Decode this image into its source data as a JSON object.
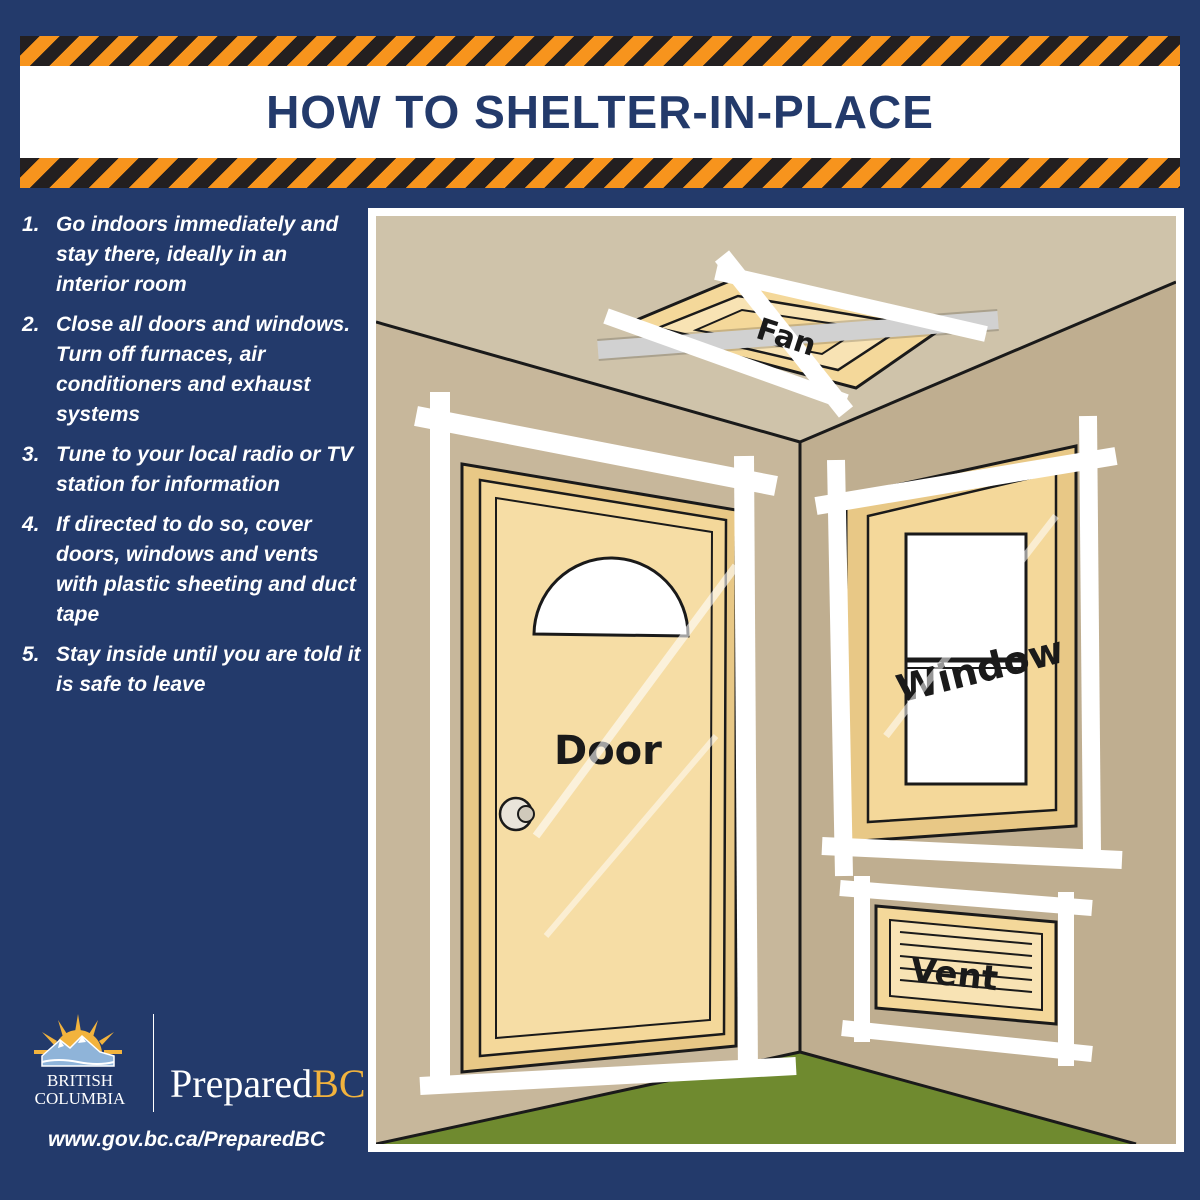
{
  "title": "HOW TO SHELTER-IN-PLACE",
  "steps": [
    {
      "number": "1.",
      "text": "Go indoors immediately and stay there, ideally in an interior room"
    },
    {
      "number": "2.",
      "text": "Close all doors and windows. Turn off furnaces, air conditioners and exhaust systems"
    },
    {
      "number": "3.",
      "text": "Tune to your local radio or TV station for information"
    },
    {
      "number": "4.",
      "text": "If directed to do so, cover doors, windows and vents with plastic sheeting and duct tape"
    },
    {
      "number": "5.",
      "text": "Stay inside until you are told it is safe to leave"
    }
  ],
  "illustration": {
    "labels": {
      "fan": "Fan",
      "door": "Door",
      "window": "Window",
      "vent": "Vent"
    }
  },
  "logo": {
    "bc_line1": "BRITISH",
    "bc_line2": "COLUMBIA",
    "brand_prefix": "Prepared",
    "brand_suffix": "BC"
  },
  "url": "www.gov.bc.ca/PreparedBC",
  "colors": {
    "background": "#233a6b",
    "stripe_orange": "#f7941d",
    "stripe_dark": "#231f20",
    "wall": "#c7b79b",
    "door": "#f4d89a",
    "floor": "#6f8a2f",
    "brand_gold": "#f2b33d"
  }
}
